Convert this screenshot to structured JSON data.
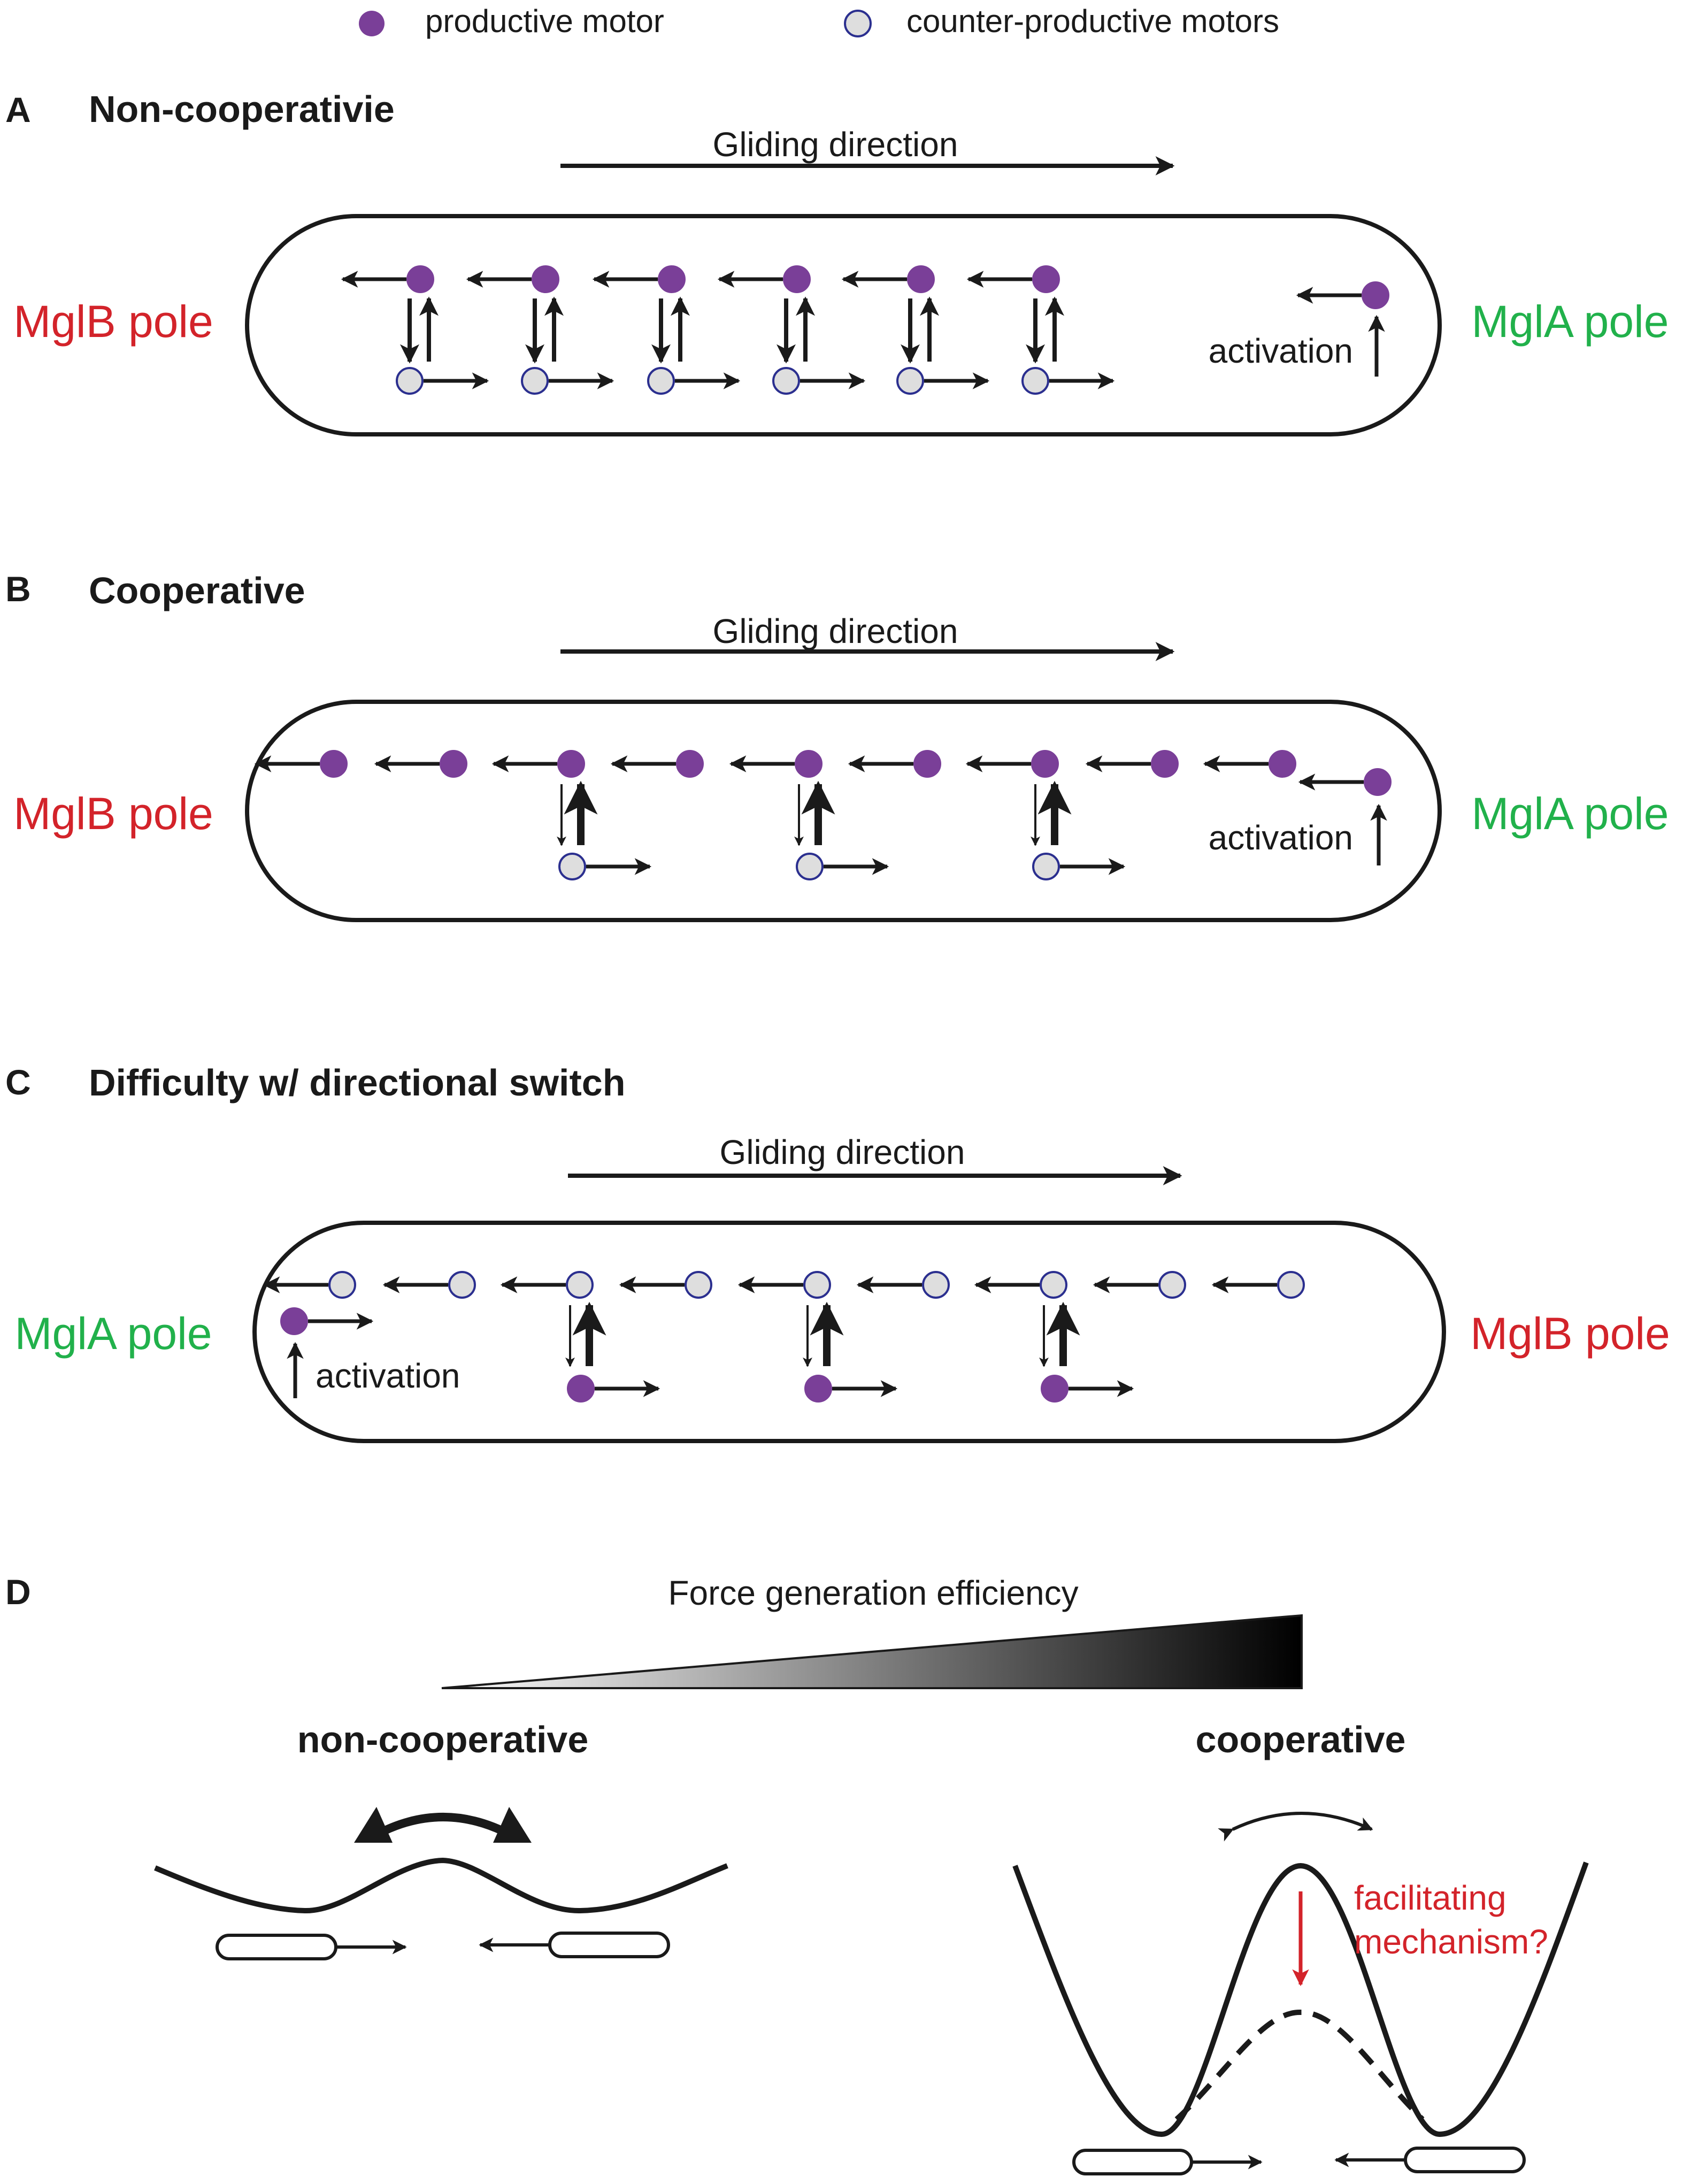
{
  "legend": {
    "productive": "productive motor",
    "counter": "counter-productive motors"
  },
  "panel_a": {
    "letter": "A",
    "title": "Non-cooperativie",
    "gliding": "Gliding direction",
    "left_pole": "MglB pole",
    "right_pole": "MglA pole",
    "activation": "activation"
  },
  "panel_b": {
    "letter": "B",
    "title": "Cooperative",
    "gliding": "Gliding direction",
    "left_pole": "MglB pole",
    "right_pole": "MglA pole",
    "activation": "activation"
  },
  "panel_c": {
    "letter": "C",
    "title": "Difficulty w/ directional switch",
    "gliding": "Gliding direction",
    "left_pole": "MglA pole",
    "right_pole": "MglB pole",
    "activation": "activation"
  },
  "panel_d": {
    "letter": "D",
    "gradient_label": "Force generation efficiency",
    "left_label": "non-cooperative",
    "right_label": "cooperative",
    "annotation_line1": "facilitating",
    "annotation_line2": "mechanism?"
  },
  "colors": {
    "productive": "#7a3f98",
    "counter": "#dedede",
    "counter_stroke": "#2b2f8f",
    "red": "#d3232a",
    "green": "#21b14b",
    "ink": "#1a1a1a"
  }
}
